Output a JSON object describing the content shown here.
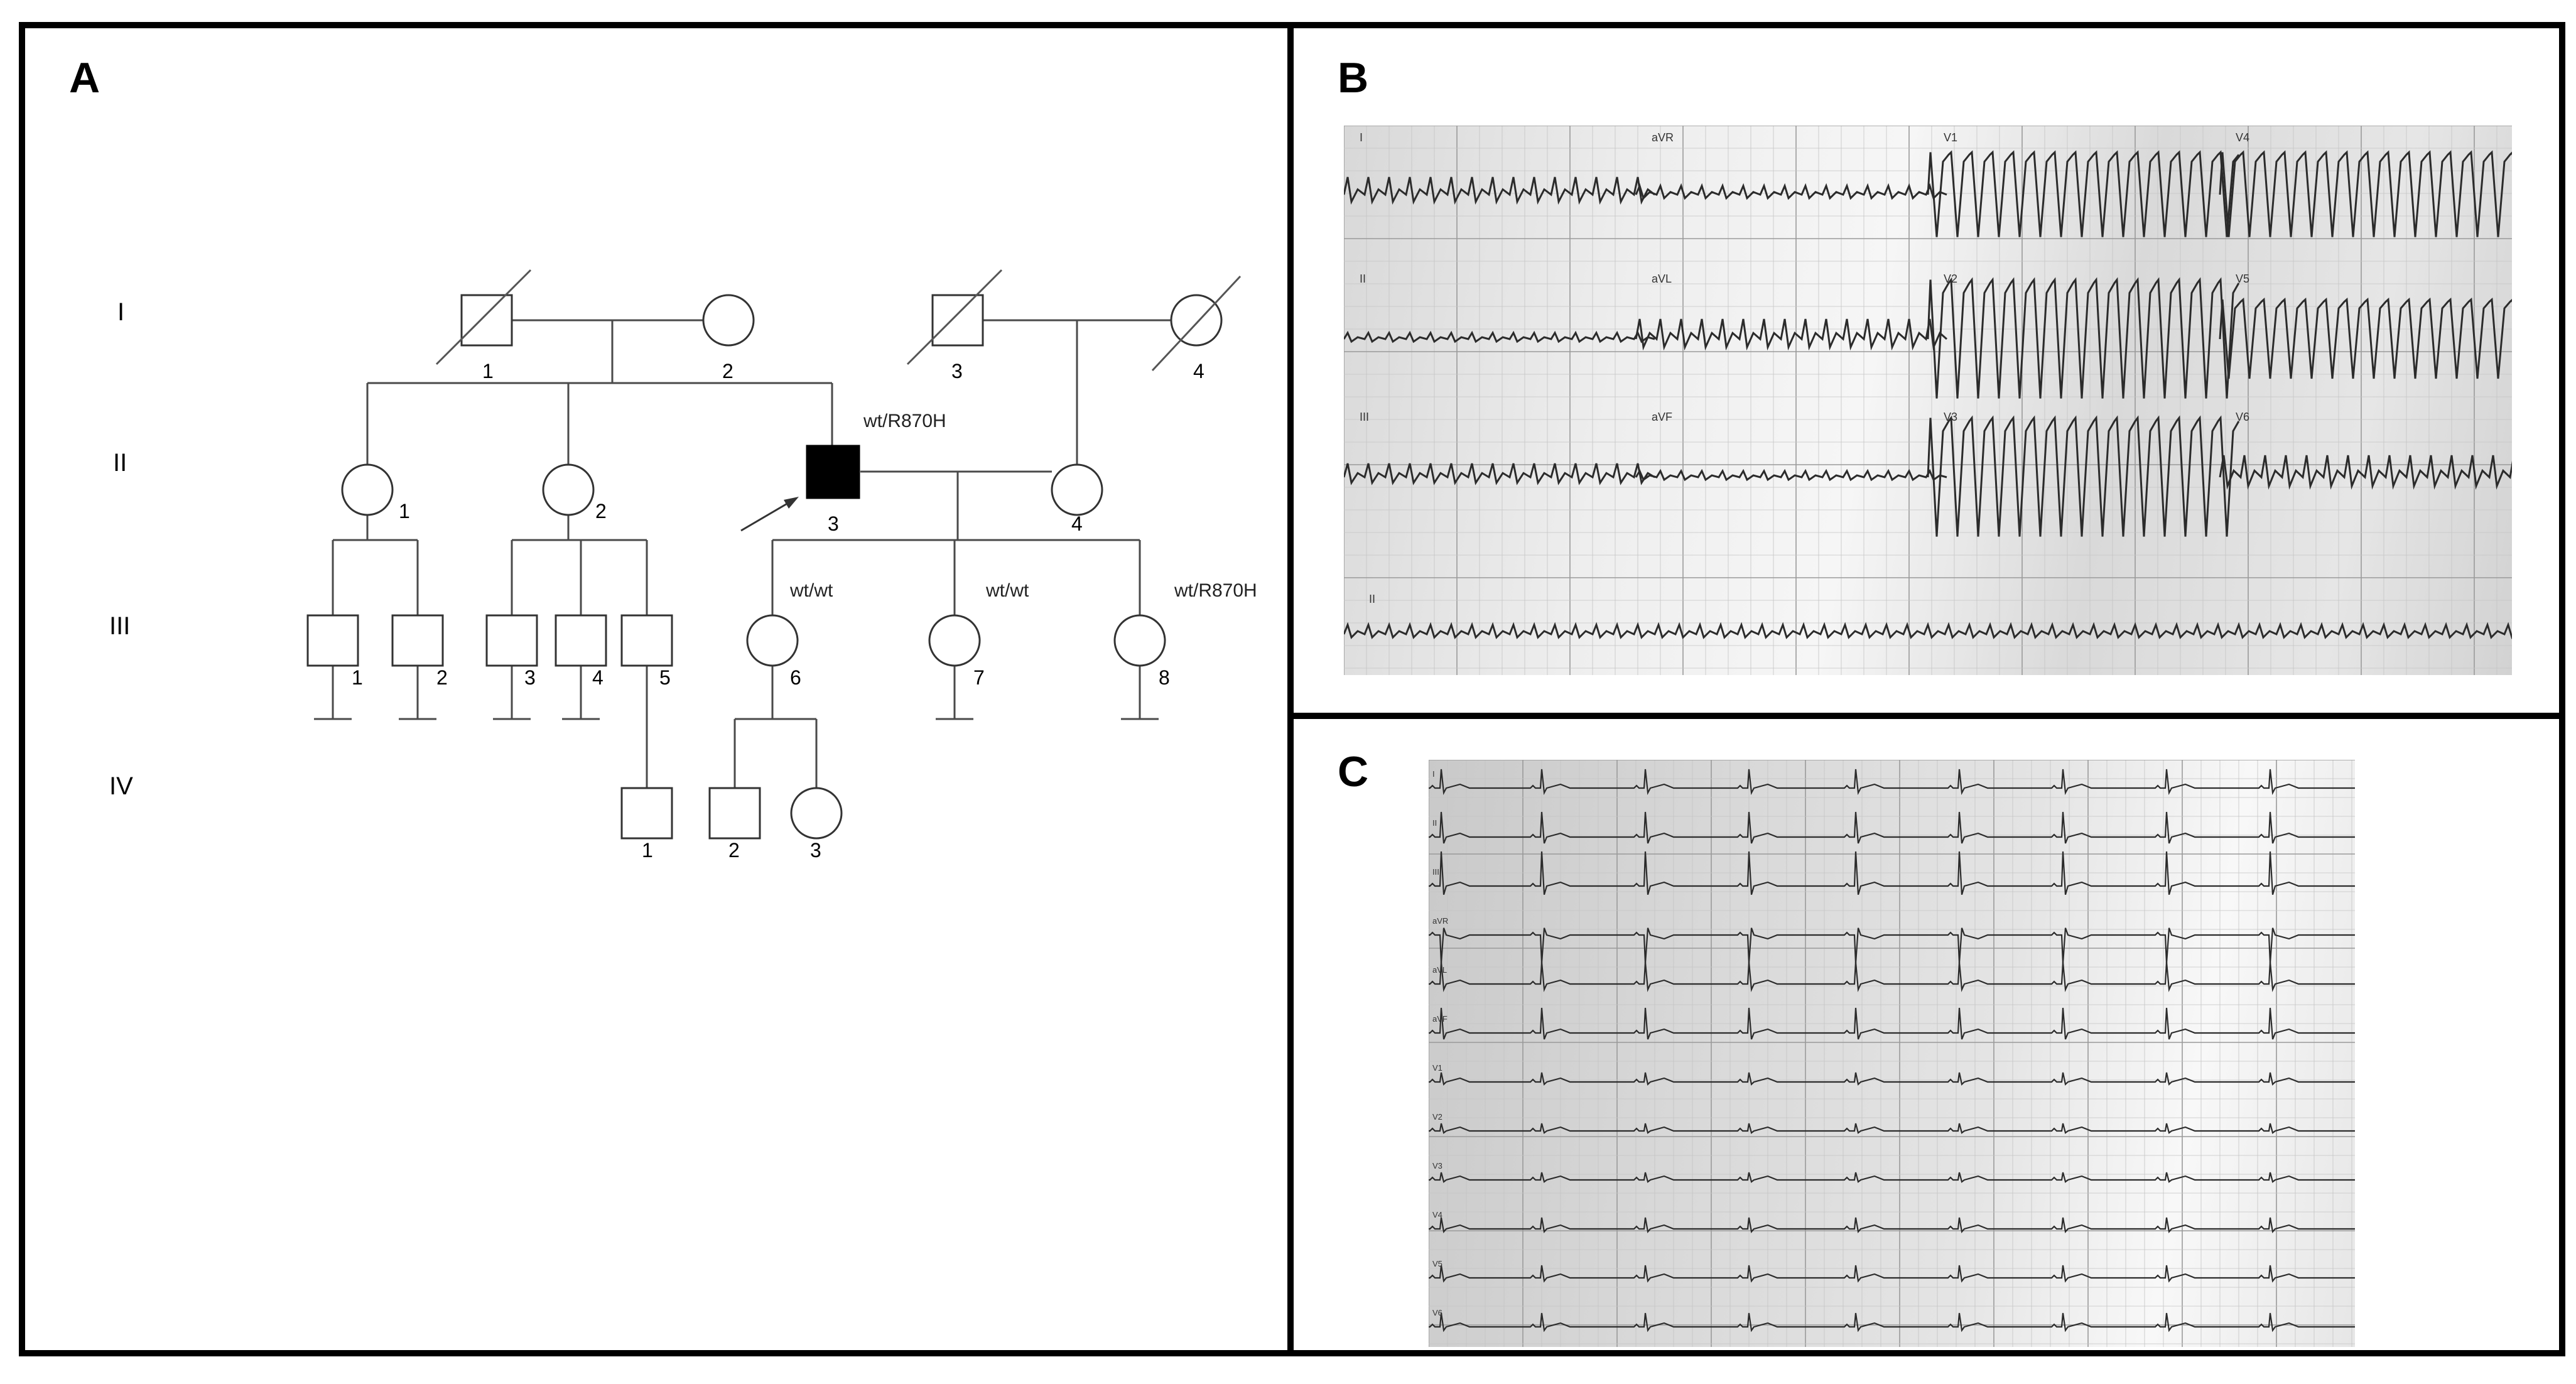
{
  "panels": {
    "a_label": "A",
    "b_label": "B",
    "c_label": "C"
  },
  "pedigree": {
    "generations": [
      "I",
      "II",
      "III",
      "IV"
    ],
    "individuals": {
      "I-1": {
        "number": "1",
        "sex": "male",
        "deceased": true,
        "affected": false
      },
      "I-2": {
        "number": "2",
        "sex": "female",
        "deceased": false,
        "affected": false
      },
      "I-3": {
        "number": "3",
        "sex": "male",
        "deceased": true,
        "affected": false
      },
      "I-4": {
        "number": "4",
        "sex": "female",
        "deceased": true,
        "affected": false
      },
      "II-1": {
        "number": "1",
        "sex": "female",
        "affected": false
      },
      "II-2": {
        "number": "2",
        "sex": "female",
        "affected": false
      },
      "II-3": {
        "number": "3",
        "sex": "male",
        "affected": true,
        "proband": true,
        "genotype": "wt/R870H"
      },
      "II-4": {
        "number": "4",
        "sex": "female",
        "affected": false
      },
      "III-1": {
        "number": "1",
        "sex": "male",
        "affected": false
      },
      "III-2": {
        "number": "2",
        "sex": "male",
        "affected": false
      },
      "III-3": {
        "number": "3",
        "sex": "male",
        "affected": false
      },
      "III-4": {
        "number": "4",
        "sex": "male",
        "affected": false
      },
      "III-5": {
        "number": "5",
        "sex": "male",
        "affected": false
      },
      "III-6": {
        "number": "6",
        "sex": "female",
        "affected": false,
        "genotype": "wt/wt"
      },
      "III-7": {
        "number": "7",
        "sex": "female",
        "affected": false,
        "genotype": "wt/wt"
      },
      "III-8": {
        "number": "8",
        "sex": "female",
        "affected": false,
        "genotype": "wt/R870H"
      },
      "IV-1": {
        "number": "1",
        "sex": "male",
        "affected": false
      },
      "IV-2": {
        "number": "2",
        "sex": "male",
        "affected": false
      },
      "IV-3": {
        "number": "3",
        "sex": "female",
        "affected": false
      }
    }
  },
  "ecg_b": {
    "leads": [
      "I",
      "aVR",
      "V1",
      "V4",
      "II",
      "aVL",
      "V2",
      "V5",
      "III",
      "aVF",
      "V3",
      "V6",
      "II"
    ]
  },
  "ecg_c": {
    "leads": [
      "I",
      "II",
      "III",
      "aVR",
      "aVL",
      "aVF",
      "V1",
      "V2",
      "V3",
      "V4",
      "V5",
      "V6"
    ]
  },
  "colors": {
    "border": "#000000",
    "affected_fill": "#000000",
    "line": "#4a4a4a",
    "trace": "#2b2b2b"
  }
}
